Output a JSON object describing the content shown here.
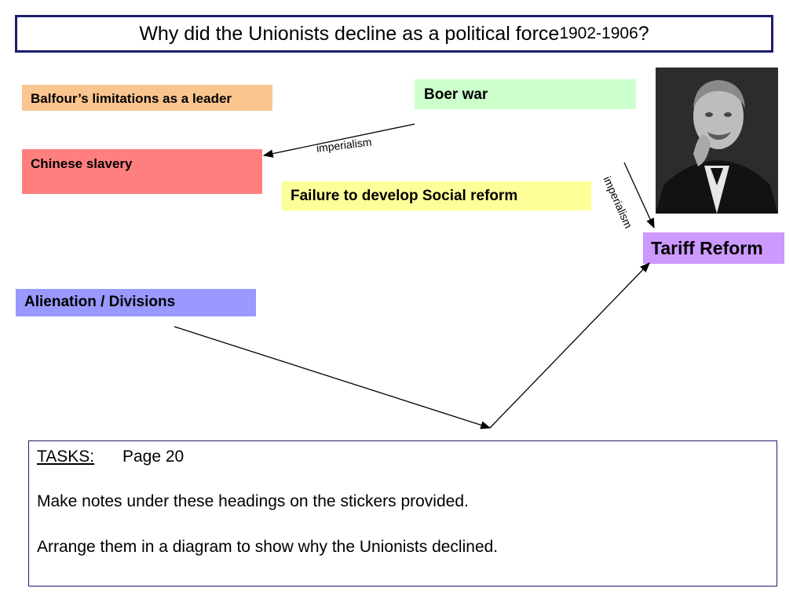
{
  "title": {
    "main": "Why did the Unionists decline as a political force ",
    "years": "1902-1906",
    "end": "?"
  },
  "stickers": {
    "balfour": "Balfour’s limitations as a leader",
    "boer": "Boer war",
    "chinese": "Chinese slavery",
    "social": "Failure to develop Social reform",
    "tariff": "Tariff Reform",
    "alienation": "Alienation / Divisions"
  },
  "labels": {
    "imperialism_1": "imperialism",
    "imperialism_2": "imperialism"
  },
  "tasks": {
    "heading": "TASKS:",
    "page": "Page 20",
    "line1": "Make notes under these headings on the stickers provided.",
    "line2": "Arrange them in a diagram to show why the Unionists declined."
  },
  "colors": {
    "balfour": "#fbc58f",
    "boer": "#ccffcc",
    "chinese": "#ff7f7f",
    "social": "#ffff99",
    "tariff": "#cc99ff",
    "alienation": "#9999ff",
    "border": "#1c1c6e"
  }
}
